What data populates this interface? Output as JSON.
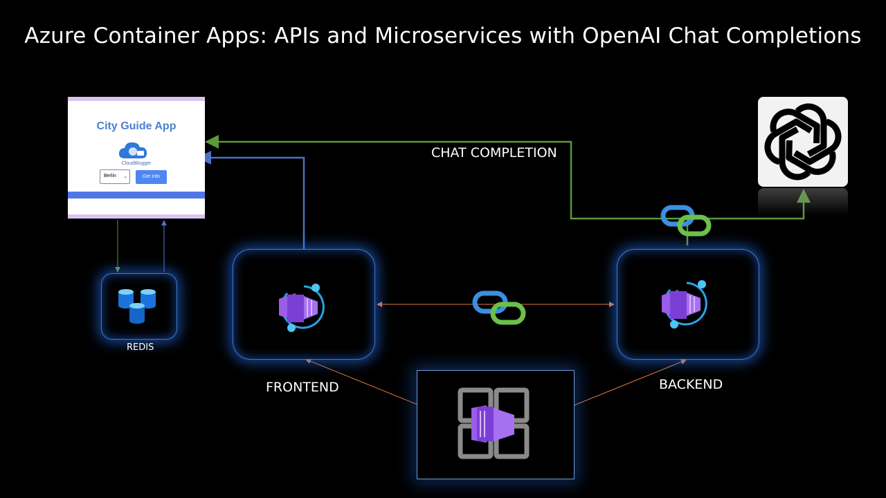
{
  "title": "Azure Container Apps: APIs and Microservices with OpenAI Chat Completions",
  "labels": {
    "chat_completion": "CHAT COMPLETION",
    "frontend": "FRONTEND",
    "backend": "BACKEND",
    "redis": "REDIS"
  },
  "app": {
    "title": "City Guide App",
    "brand": "CloudBlogger",
    "city_value": "Berlin",
    "button_label": "Get Info"
  },
  "icons": [
    "city-guide-cloud-icon",
    "redis-cache-icon",
    "container-app-icon",
    "container-apps-environment-icon",
    "dapr-link-icon",
    "openai-logo-icon"
  ],
  "colors": {
    "background": "#000000",
    "glow_blue": "#3d7bd6",
    "frontend_arrow": "#4a72c8",
    "chat_arrow": "#5a9a3a",
    "service_arrow": "#e07a3c",
    "redis_arrow": "#5a9a3a",
    "container_purple": "#8b4fe0"
  }
}
